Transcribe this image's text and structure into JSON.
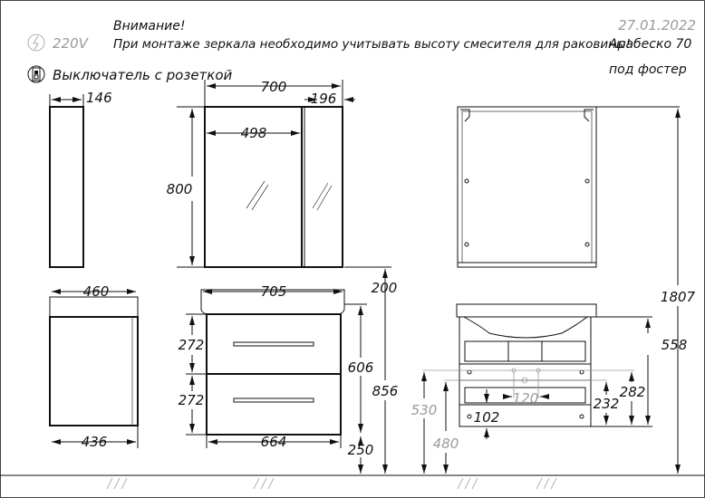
{
  "header": {
    "attention": "Внимание!",
    "warning": "При монтаже зеркала необходимо учитывать высоту смесителя для раковины!",
    "date": "27.01.2022",
    "model": "Арабеско 70",
    "subtitle": "под фостер"
  },
  "legend": {
    "power_icon": "lightning-circle-icon",
    "power_label": "220V",
    "switch_icon": "switch-socket-icon",
    "switch_label": "Выключатель с розеткой"
  },
  "dimensions": {
    "mirror_depth": "146",
    "mirror_width": "700",
    "mirror_side_width": "196",
    "mirror_door_width": "498",
    "mirror_height": "800",
    "vanity_depth_top": "460",
    "vanity_width_top": "705",
    "vanity_top_thickness": "200",
    "drawer_top": "272",
    "drawer_bottom": "272",
    "vanity_height": "606",
    "total_height_vanity": "856",
    "vanity_depth_body": "436",
    "vanity_width_body": "664",
    "floor_gap": "250",
    "total_height": "1807",
    "back_558": "558",
    "back_282": "282",
    "back_232": "232",
    "back_120": "120",
    "back_102": "102",
    "back_530": "530",
    "back_480": "480"
  },
  "colors": {
    "line": "#111111",
    "secondary": "#9a9a9a"
  }
}
